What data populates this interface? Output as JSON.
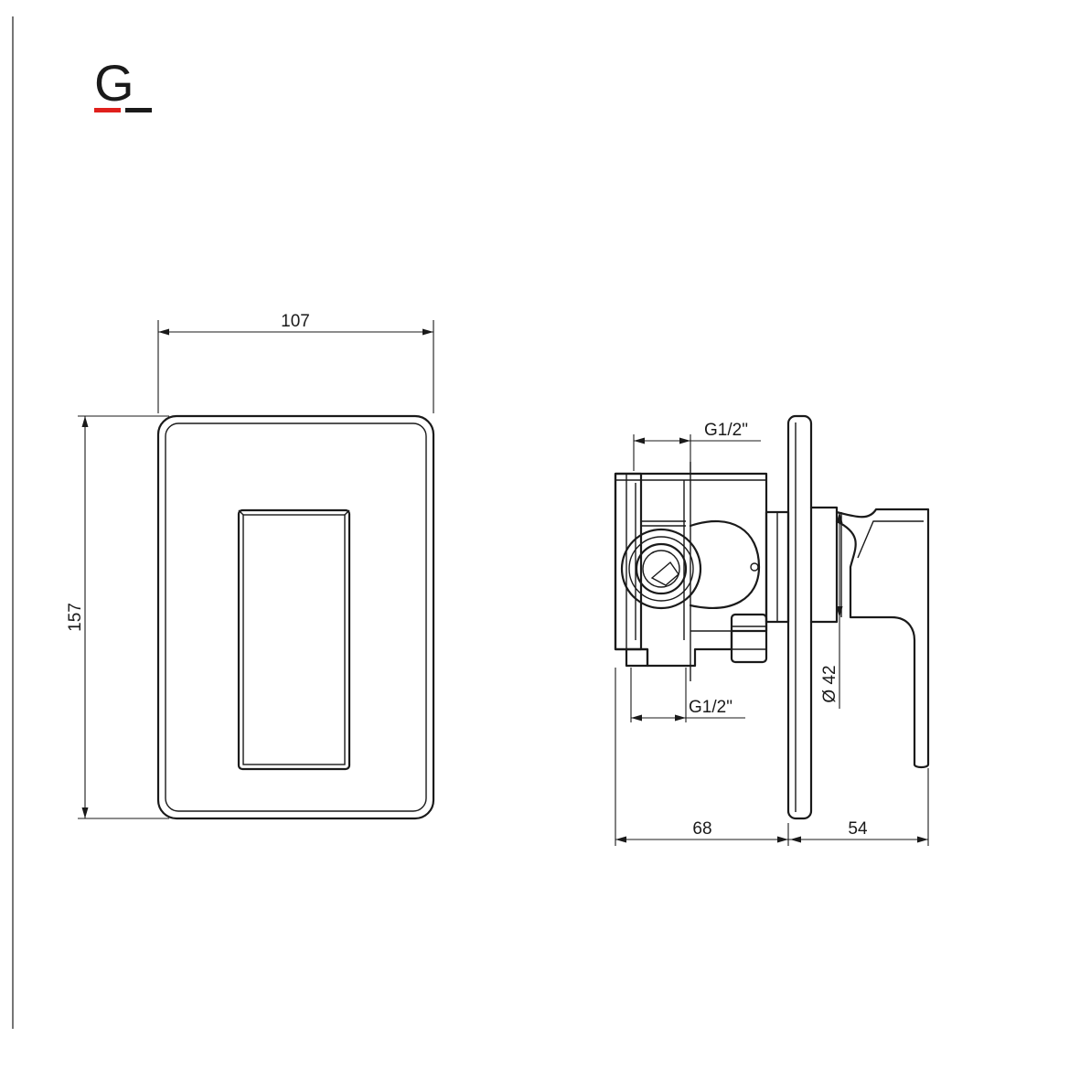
{
  "logo": {
    "letter": "G",
    "bar_red": "#e0201c",
    "bar_dark": "#1a1a1a"
  },
  "front_view": {
    "width_label": "107",
    "height_label": "157"
  },
  "side_view": {
    "top_thread_label": "G1/2\"",
    "bottom_thread_label": "G1/2\"",
    "diameter_label": "Ø 42",
    "body_depth_label": "68",
    "handle_depth_label": "54"
  },
  "colors": {
    "line": "#1a1a1a",
    "background": "#ffffff",
    "accent_red": "#e0201c"
  }
}
